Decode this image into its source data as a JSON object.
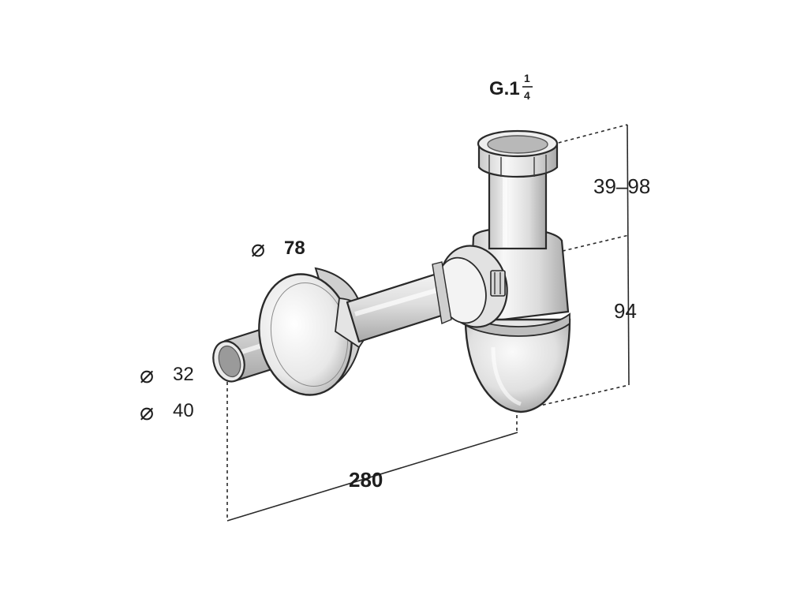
{
  "dimensions": {
    "thread": {
      "prefix": "G.1",
      "frac_num": "1",
      "frac_den": "4"
    },
    "height_top": "39–98",
    "height_trap": "94",
    "length": "280",
    "flange_diameter": {
      "symbol": "⌀",
      "value": "78"
    },
    "pipe_diameter_small": {
      "symbol": "⌀",
      "value": "32"
    },
    "pipe_diameter_large": {
      "symbol": "⌀",
      "value": "40"
    }
  }
}
